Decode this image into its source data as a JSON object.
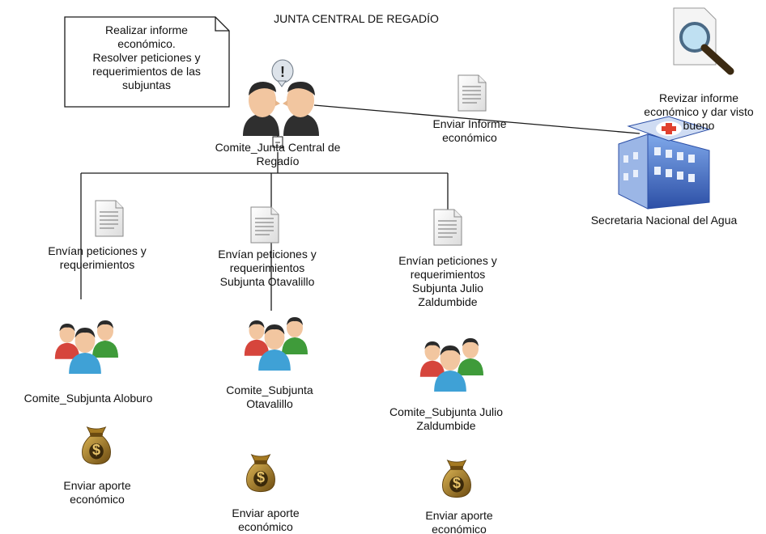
{
  "title": "JUNTA CENTRAL DE REGADÍO",
  "note": {
    "lines": [
      "Realizar  informe",
      "económico.",
      "Resolver peticiones y",
      "requerimientos de las",
      "subjuntas"
    ]
  },
  "central": {
    "label_lines": [
      "Comite_Junta Central de",
      "Regadío"
    ]
  },
  "collapse_symbol": "−",
  "send_report_lines": [
    "Enviar Informe",
    "económico"
  ],
  "senagua": {
    "review_lines": [
      "Revizar informe",
      "económico y dar visto",
      "bueno"
    ],
    "label": "Secretaria Nacional del Agua"
  },
  "branches": [
    {
      "request_lines": [
        "Envían peticiones y",
        "requerimientos"
      ],
      "committee_lines": [
        "Comite_Subjunta Aloburo"
      ],
      "contribution_lines": [
        "Enviar aporte",
        "económico"
      ]
    },
    {
      "request_lines": [
        "Envían peticiones y",
        "requerimientos",
        "Subjunta Otavalillo"
      ],
      "committee_lines": [
        "Comite_Subjunta",
        "Otavalillo"
      ],
      "contribution_lines": [
        "Enviar aporte",
        "económico"
      ]
    },
    {
      "request_lines": [
        "Envían peticiones y",
        "requerimientos",
        "Subjunta Julio",
        "Zaldumbide"
      ],
      "committee_lines": [
        "Comite_Subjunta Julio",
        "Zaldumbide"
      ],
      "contribution_lines": [
        "Enviar aporte",
        "económico"
      ]
    }
  ],
  "money_symbol": "$",
  "alert_symbol": "!",
  "colors": {
    "line": "#1a1a1a",
    "person_skin": "#f2c6a0",
    "person_blue": "#3fa1d6",
    "person_red": "#d6453c",
    "person_green": "#3f9b3a",
    "bag": "#8a6418",
    "building_blue": "#3a66c4"
  }
}
